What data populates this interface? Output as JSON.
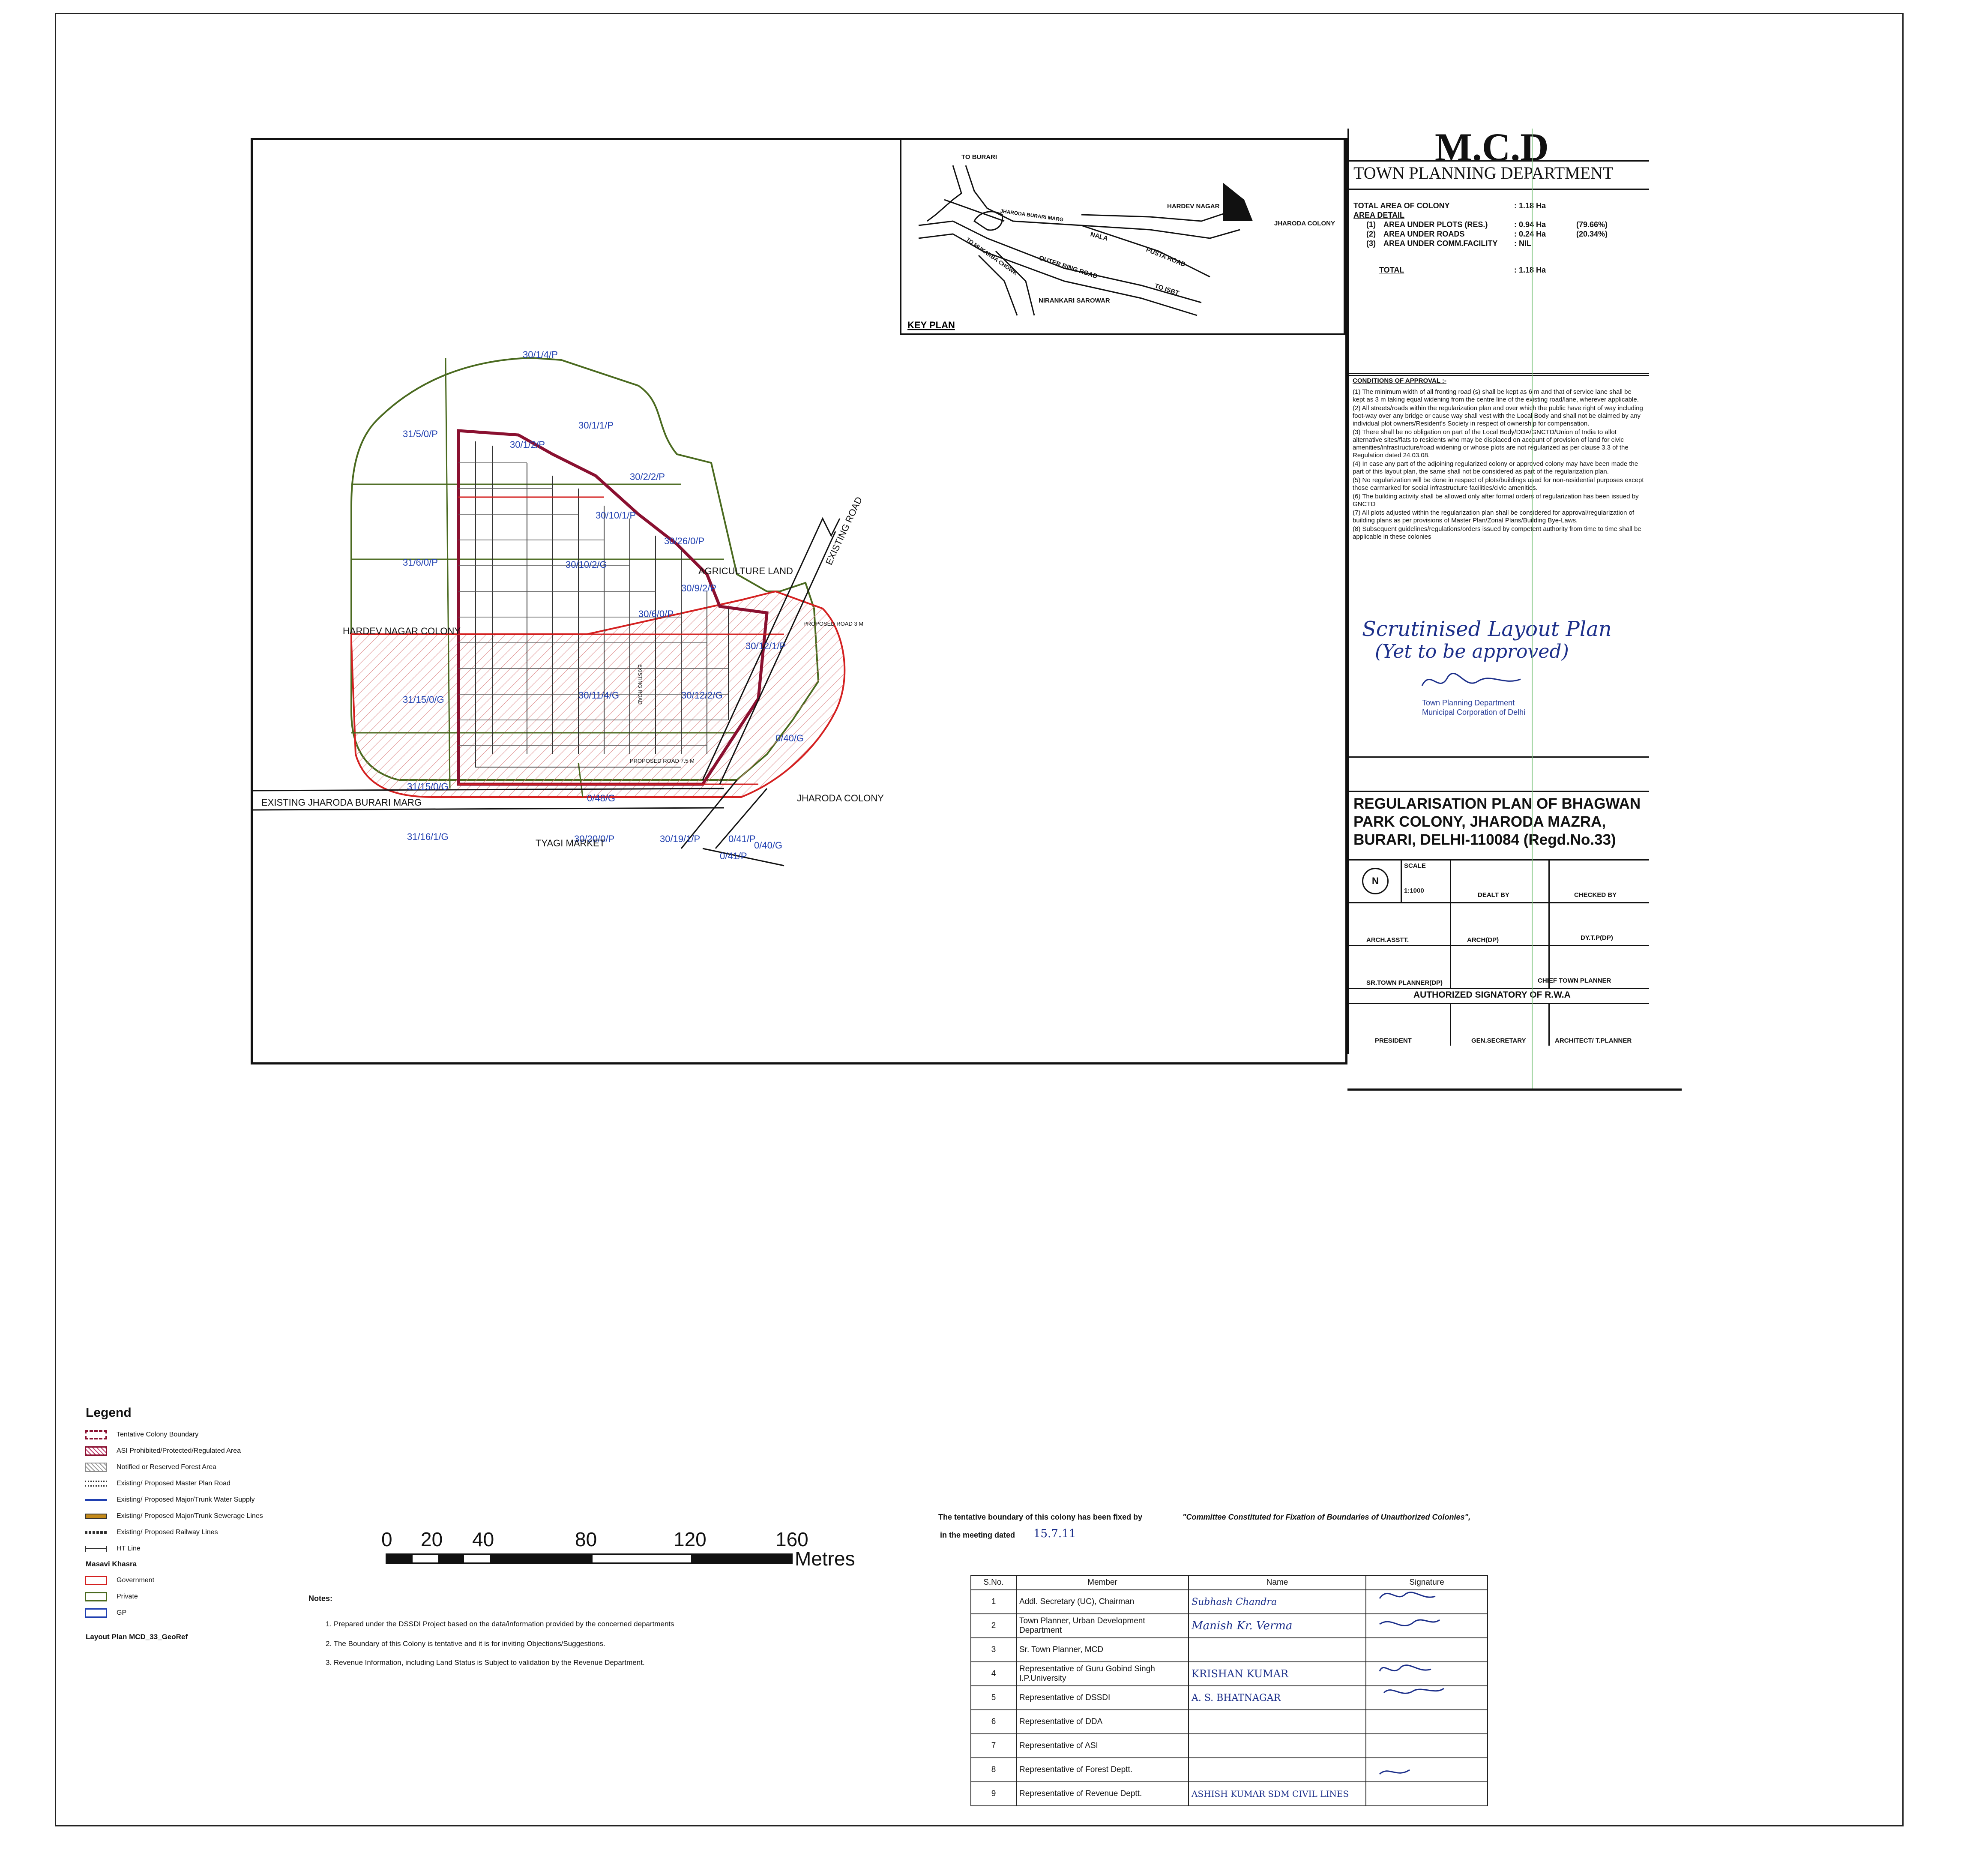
{
  "title_block": {
    "dept": "M.C.D",
    "subdept": "TOWN PLANNING DEPARTMENT",
    "area": {
      "total_label": "TOTAL AREA OF COLONY",
      "total_value": ": 1.18 Ha",
      "detail_label": "AREA DETAIL",
      "rows": [
        {
          "n": "(1)",
          "label": "AREA UNDER PLOTS (RES.)",
          "value": ": 0.94 Ha",
          "pct": "(79.66%)"
        },
        {
          "n": "(2)",
          "label": "AREA UNDER ROADS",
          "value": ": 0.24 Ha",
          "pct": "(20.34%)"
        },
        {
          "n": "(3)",
          "label": "AREA UNDER COMM.FACILITY",
          "value": ": NIL",
          "pct": ""
        }
      ],
      "grand_label": "TOTAL",
      "grand_value": ": 1.18 Ha"
    },
    "conditions_heading": "CONDITIONS OF APPROVAL :-",
    "conditions": [
      "(1) The minimum width of all fronting road (s) shall be kept as 6 m and that of service lane shall be kept as 3 m taking equal widening from the centre line of the existing road/lane, wherever applicable.",
      "(2) All streets/roads within the regularization plan and over which the public have right of way including foot-way over any bridge or cause way shall vest with the Local Body and shall not be claimed by any individual plot owners/Resident's Society in respect of ownership for compensation.",
      "(3) There shall be no obligation on part of the Local Body/DDA/GNCTD/Union of India to allot alternative sites/flats to residents who may be displaced on account of provision of land for civic amenities/infrastructure/road widening or whose plots are not regularized as per clause 3.3 of the Regulation dated 24.03.08.",
      "(4) In case any part of the adjoining regularized colony or approved colony may have been made the part of this layout plan, the same shall not be considered as part of the regularization plan.",
      "(5) No regularization will be done in respect of plots/buildings used for non-residential purposes except those earmarked for social infrastructure facilities/civic amenities.",
      "(6) The building activity shall be allowed only after formal orders of regularization has been issued by GNCTD",
      "(7) All plots adjusted within the regularization plan shall be considered for approval/regularization of building plans as per provisions of Master Plan/Zonal Plans/Building Bye-Laws.",
      "(8) Subsequent guidelines/regulations/orders issued by competent authority from time to time shall be applicable in these colonies"
    ],
    "handwritten_1": "Scrutinised Layout Plan",
    "handwritten_2": "(Yet to be approved)",
    "stamp_1": "Town Planning Department",
    "stamp_2": "Municipal Corporation of Delhi",
    "plan_title": "REGULARISATION PLAN OF BHAGWAN PARK COLONY, JHARODA MAZRA, BURARI, DELHI-110084 (Regd.No.33)",
    "scale_label": "SCALE",
    "scale_value": "1:1000",
    "north": "N",
    "sign_row1": [
      "DEALT BY",
      "CHECKED BY"
    ],
    "sign_row2": [
      "ARCH.ASSTT.",
      "ARCH(DP)",
      "DY.T.P(DP)"
    ],
    "sign_row3": [
      "SR.TOWN PLANNER(DP)",
      "CHIEF TOWN PLANNER"
    ],
    "rwa_label": "AUTHORIZED SIGNATORY OF R.W.A",
    "sign_row4": [
      "PRESIDENT",
      "GEN.SECRETARY",
      "ARCHITECT/ T.PLANNER"
    ]
  },
  "key_plan": {
    "label": "KEY PLAN",
    "labels": [
      "TO BURARI",
      "JHARODA BURARI MARG",
      "HARDEV NAGAR",
      "JHARODA COLONY",
      "NALA",
      "PUSTA ROAD",
      "TO MUKARBA CHOWK",
      "OUTER RING ROAD",
      "TO ISBT",
      "NIRANKARI SAROWAR"
    ]
  },
  "map": {
    "khasra_labels": [
      "30/1/4/P",
      "31/5/0/P",
      "30/1/1/P",
      "30/1/2/P",
      "30/2/2/P",
      "30/10/1/P",
      "30/26/0/P",
      "31/6/0/P",
      "30/10/2/G",
      "30/9/2/P",
      "30/6/0/P",
      "30/12/1/P",
      "31/15/0/G",
      "30/11/4/G",
      "30/12/2/G",
      "0/40/G",
      "31/15/0/G",
      "0/48/G",
      "31/16/1/G",
      "30/20/0/P",
      "30/19/1/P",
      "0/41/P",
      "0/40/G",
      "0/41/P"
    ],
    "place_labels": [
      "HARDEV NAGAR COLONY",
      "AGRICULTURE LAND",
      "EXISTING ROAD",
      "EXISTING JHARODA BURARI MARG",
      "JHARODA COLONY",
      "TYAGI MARKET",
      "EXISTING ROAD",
      "PROPOSED ROAD 7.5 M",
      "PROPOSED ROAD 3 M"
    ]
  },
  "legend": {
    "title": "Legend",
    "items": [
      "Tentative Colony Boundary",
      "ASI Prohibited/Protected/Regulated Area",
      "Notified or Reserved Forest Area",
      "Existing/ Proposed Master Plan Road",
      "Existing/ Proposed Major/Trunk Water Supply",
      "Existing/ Proposed Major/Trunk Sewerage Lines",
      "Existing/ Proposed Railway Lines",
      "HT Line"
    ],
    "khasra_title": "Masavi Khasra",
    "khasra_items": [
      "Government",
      "Private",
      "GP"
    ],
    "khasra_colors": [
      "#d42020",
      "#4a6a1f",
      "#1f3fb0"
    ],
    "footer": "Layout Plan MCD_33_GeoRef"
  },
  "scale_bar": {
    "ticks": [
      "0",
      "20",
      "40",
      "80",
      "120",
      "160"
    ],
    "unit": "Metres"
  },
  "notes": {
    "heading": "Notes:",
    "items": [
      "1. Prepared under the DSSDI Project based on the data/information provided by the concerned departments",
      "2. The Boundary of this Colony is tentative and it is for inviting Objections/Suggestions.",
      "3. Revenue Information, including Land Status is Subject to validation by the Revenue Department."
    ]
  },
  "committee": {
    "line1_a": "The tentative boundary of this colony has been fixed by",
    "line1_b": "\"Committee Constituted for Fixation of Boundaries of Unauthorized Colonies\",",
    "line2": "in the meeting dated",
    "meeting_date": "15.7.11",
    "headers": [
      "S.No.",
      "Member",
      "Name",
      "Signature"
    ],
    "rows": [
      {
        "no": "1",
        "member": "Addl. Secretary (UC), Chairman",
        "name": "Subhash Chandra"
      },
      {
        "no": "2",
        "member": "Town Planner, Urban Development Department",
        "name": "Manish Kr. Verma"
      },
      {
        "no": "3",
        "member": "Sr. Town Planner, MCD",
        "name": ""
      },
      {
        "no": "4",
        "member": "Representative of Guru Gobind Singh I.P.University",
        "name": "KRISHAN KUMAR"
      },
      {
        "no": "5",
        "member": "Representative of DSSDI",
        "name": "A. S. BHATNAGAR"
      },
      {
        "no": "6",
        "member": "Representative of DDA",
        "name": ""
      },
      {
        "no": "7",
        "member": "Representative of ASI",
        "name": ""
      },
      {
        "no": "8",
        "member": "Representative of Forest Deptt.",
        "name": ""
      },
      {
        "no": "9",
        "member": "Representative of Revenue Deptt.",
        "name": "ASHISH KUMAR SDM CIVIL LINES"
      }
    ]
  }
}
